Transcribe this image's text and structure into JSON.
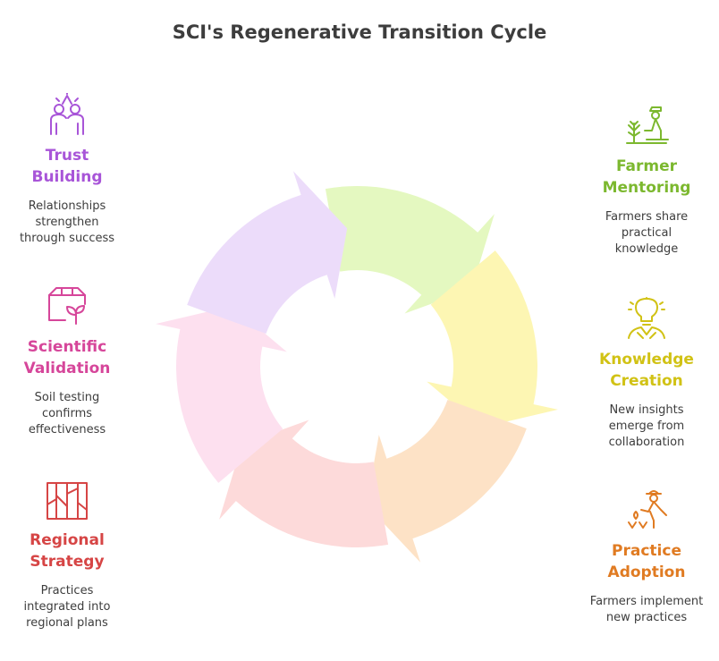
{
  "title": "SCI's Regenerative Transition Cycle",
  "colors": {
    "trust": "#a855d8",
    "scientific": "#d6469a",
    "regional": "#d64545",
    "farmer": "#7cb82f",
    "knowledge": "#d1c215",
    "practice": "#e07b22",
    "segments": [
      "#e4f8c0",
      "#fdf6b3",
      "#fde2c6",
      "#fddada",
      "#fde0ef",
      "#ecdcfa"
    ]
  },
  "stages": {
    "trust": {
      "icon": "high-five-hands-icon",
      "name": [
        "Trust",
        "Building"
      ],
      "desc": [
        "Relationships",
        "strengthen",
        "through success"
      ]
    },
    "scientific": {
      "icon": "seedling-box-icon",
      "name": [
        "Scientific",
        "Validation"
      ],
      "desc": [
        "Soil testing",
        "confirms",
        "effectiveness"
      ]
    },
    "regional": {
      "icon": "regional-map-icon",
      "name": [
        "Regional",
        "Strategy"
      ],
      "desc": [
        "Practices",
        "integrated into",
        "regional plans"
      ]
    },
    "farmer": {
      "icon": "farmer-planting-icon",
      "name": [
        "Farmer",
        "Mentoring"
      ],
      "desc": [
        "Farmers share",
        "practical",
        "knowledge"
      ]
    },
    "knowledge": {
      "icon": "lightbulb-person-icon",
      "name": [
        "Knowledge",
        "Creation"
      ],
      "desc": [
        "New insights",
        "emerge from",
        "collaboration"
      ]
    },
    "practice": {
      "icon": "farmer-sowing-icon",
      "name": [
        "Practice",
        "Adoption"
      ],
      "desc": [
        "Farmers implement",
        "new practices"
      ]
    }
  }
}
